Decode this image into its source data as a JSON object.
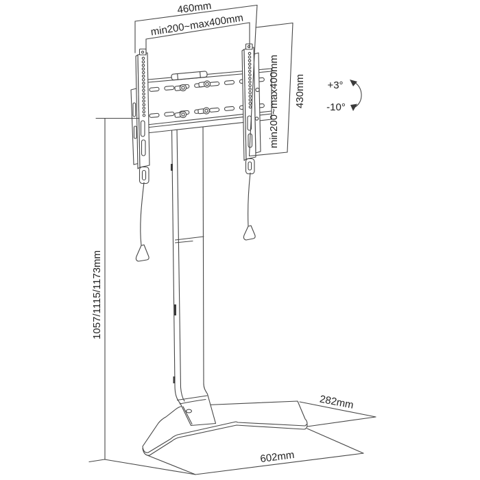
{
  "diagram": {
    "type": "technical-dimension-drawing",
    "subject": "TV floor stand with VESA mount bracket, column and chevron base",
    "colors": {
      "line": "#454545",
      "text": "#222222",
      "background": "#ffffff"
    },
    "labels": {
      "top_width": "460mm",
      "vesa_width": "min200~max400mm",
      "vesa_height": "min200~max400mm",
      "bracket_height": "430mm",
      "tilt_up": "+3°",
      "tilt_down": "-10°",
      "stand_height": "1057/1115/1173mm",
      "base_depth": "282mm",
      "base_width": "602mm"
    }
  }
}
